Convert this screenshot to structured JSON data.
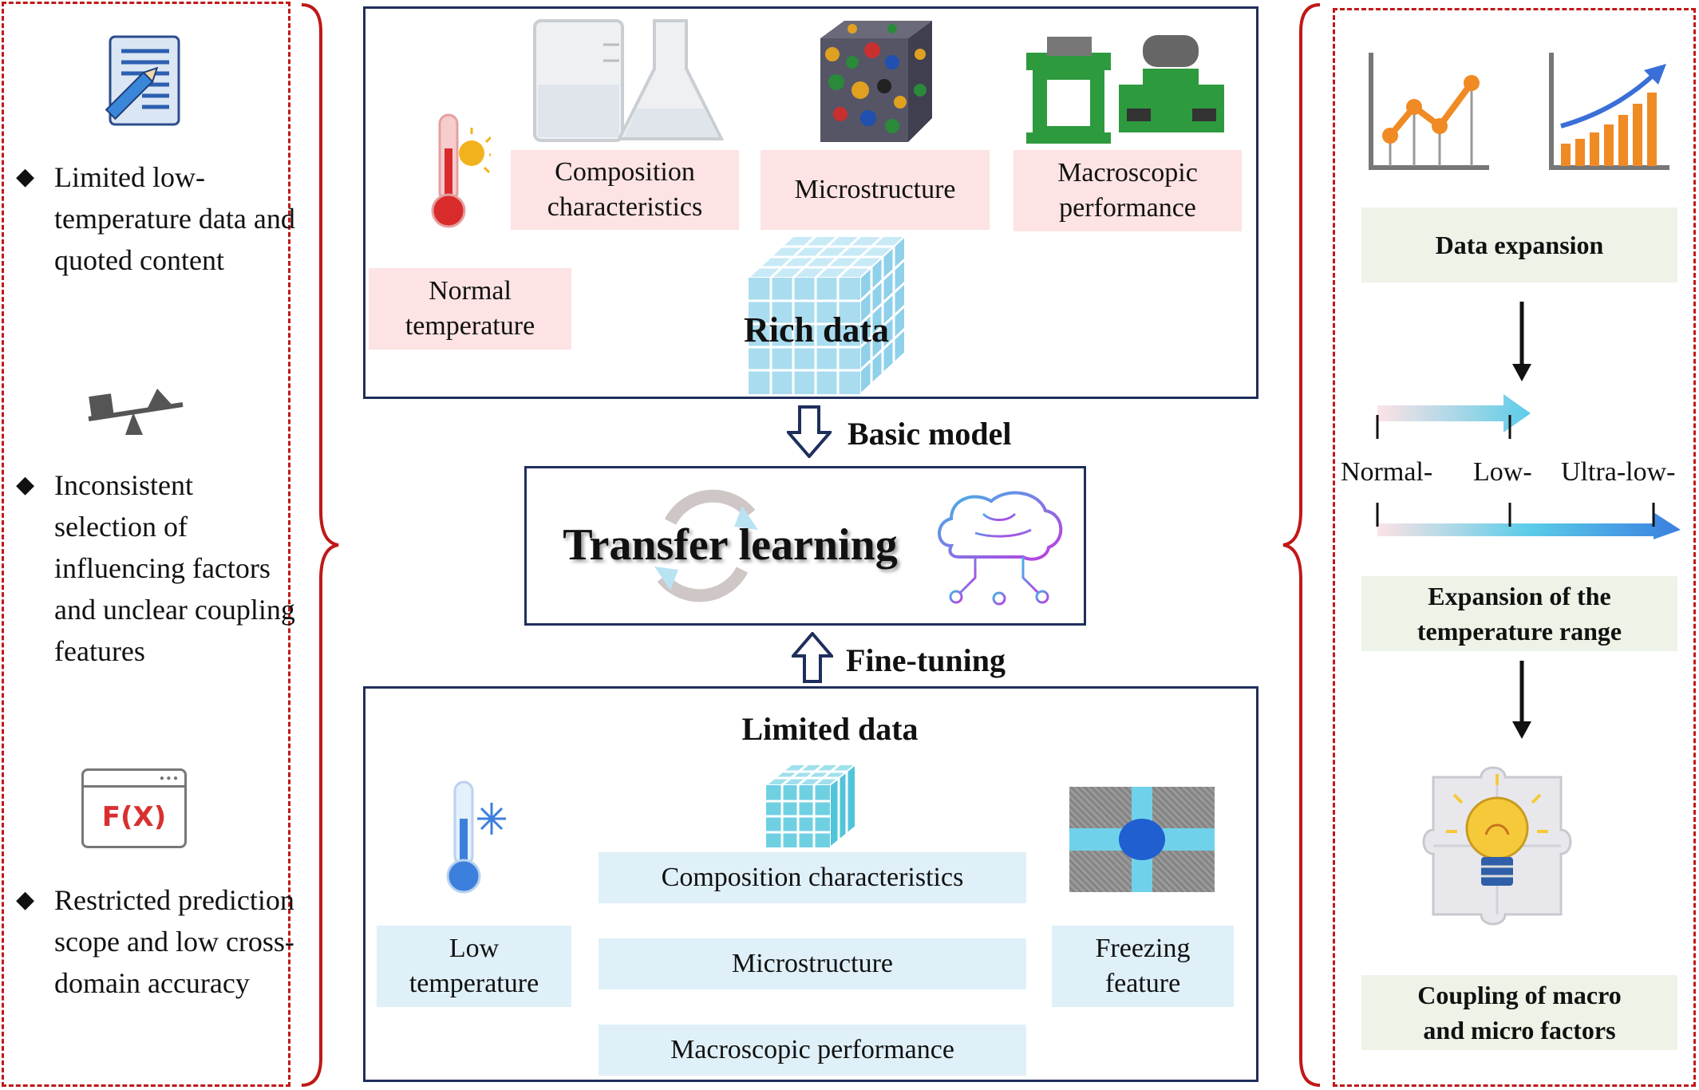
{
  "left_panel": {
    "bullets": [
      {
        "text": "Limited low-temperature data and quoted content"
      },
      {
        "text": "Inconsistent selection of influencing factors and unclear coupling features"
      },
      {
        "text": "Restricted prediction scope and low cross-domain accuracy"
      }
    ],
    "bullet_marker": "◆",
    "icon_fx": "F(X)"
  },
  "top_box": {
    "labels": {
      "composition": "Composition characteristics",
      "microstructure": "Microstructure",
      "macroscopic": "Macroscopic performance",
      "normal_temp": "Normal temperature"
    },
    "title": "Rich data"
  },
  "arrows": {
    "basic_model": "Basic model",
    "fine_tuning": "Fine-tuning"
  },
  "center": {
    "title": "Transfer learning"
  },
  "bottom_box": {
    "title": "Limited data",
    "labels": {
      "composition": "Composition characteristics",
      "microstructure": "Microstructure",
      "macroscopic": "Macroscopic performance",
      "low_temp": "Low temperature",
      "freezing": "Freezing feature"
    }
  },
  "right_panel": {
    "data_expansion": "Data expansion",
    "temp_labels": {
      "normal": "Normal-",
      "low": "Low-",
      "ultra_low": "Ultra-low-"
    },
    "expansion_temp": "Expansion of the temperature range",
    "coupling": "Coupling of macro and micro factors"
  },
  "colors": {
    "dashed_red": "#c01818",
    "box_navy": "#1f2f5c",
    "pink_label": "#fde3e3",
    "blue_label": "#dff0f8",
    "green_label": "#eef3e8",
    "orange": "#f08a24",
    "cube_blue": "#a9dcef"
  }
}
